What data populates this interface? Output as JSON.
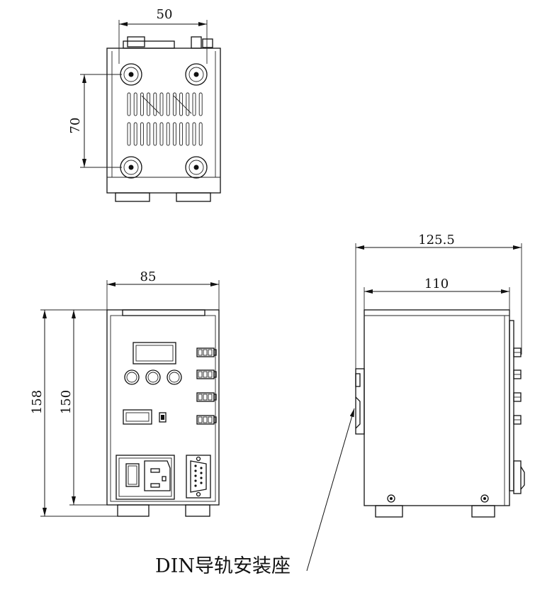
{
  "top_view": {
    "width_dim": "50",
    "height_dim": "70"
  },
  "front_view": {
    "width_dim": "85",
    "overall_height_dim": "158",
    "body_height_dim": "150"
  },
  "side_view": {
    "overall_depth_dim": "125.5",
    "body_depth_dim": "110"
  },
  "callout": {
    "label": "DIN导轨安装座"
  }
}
